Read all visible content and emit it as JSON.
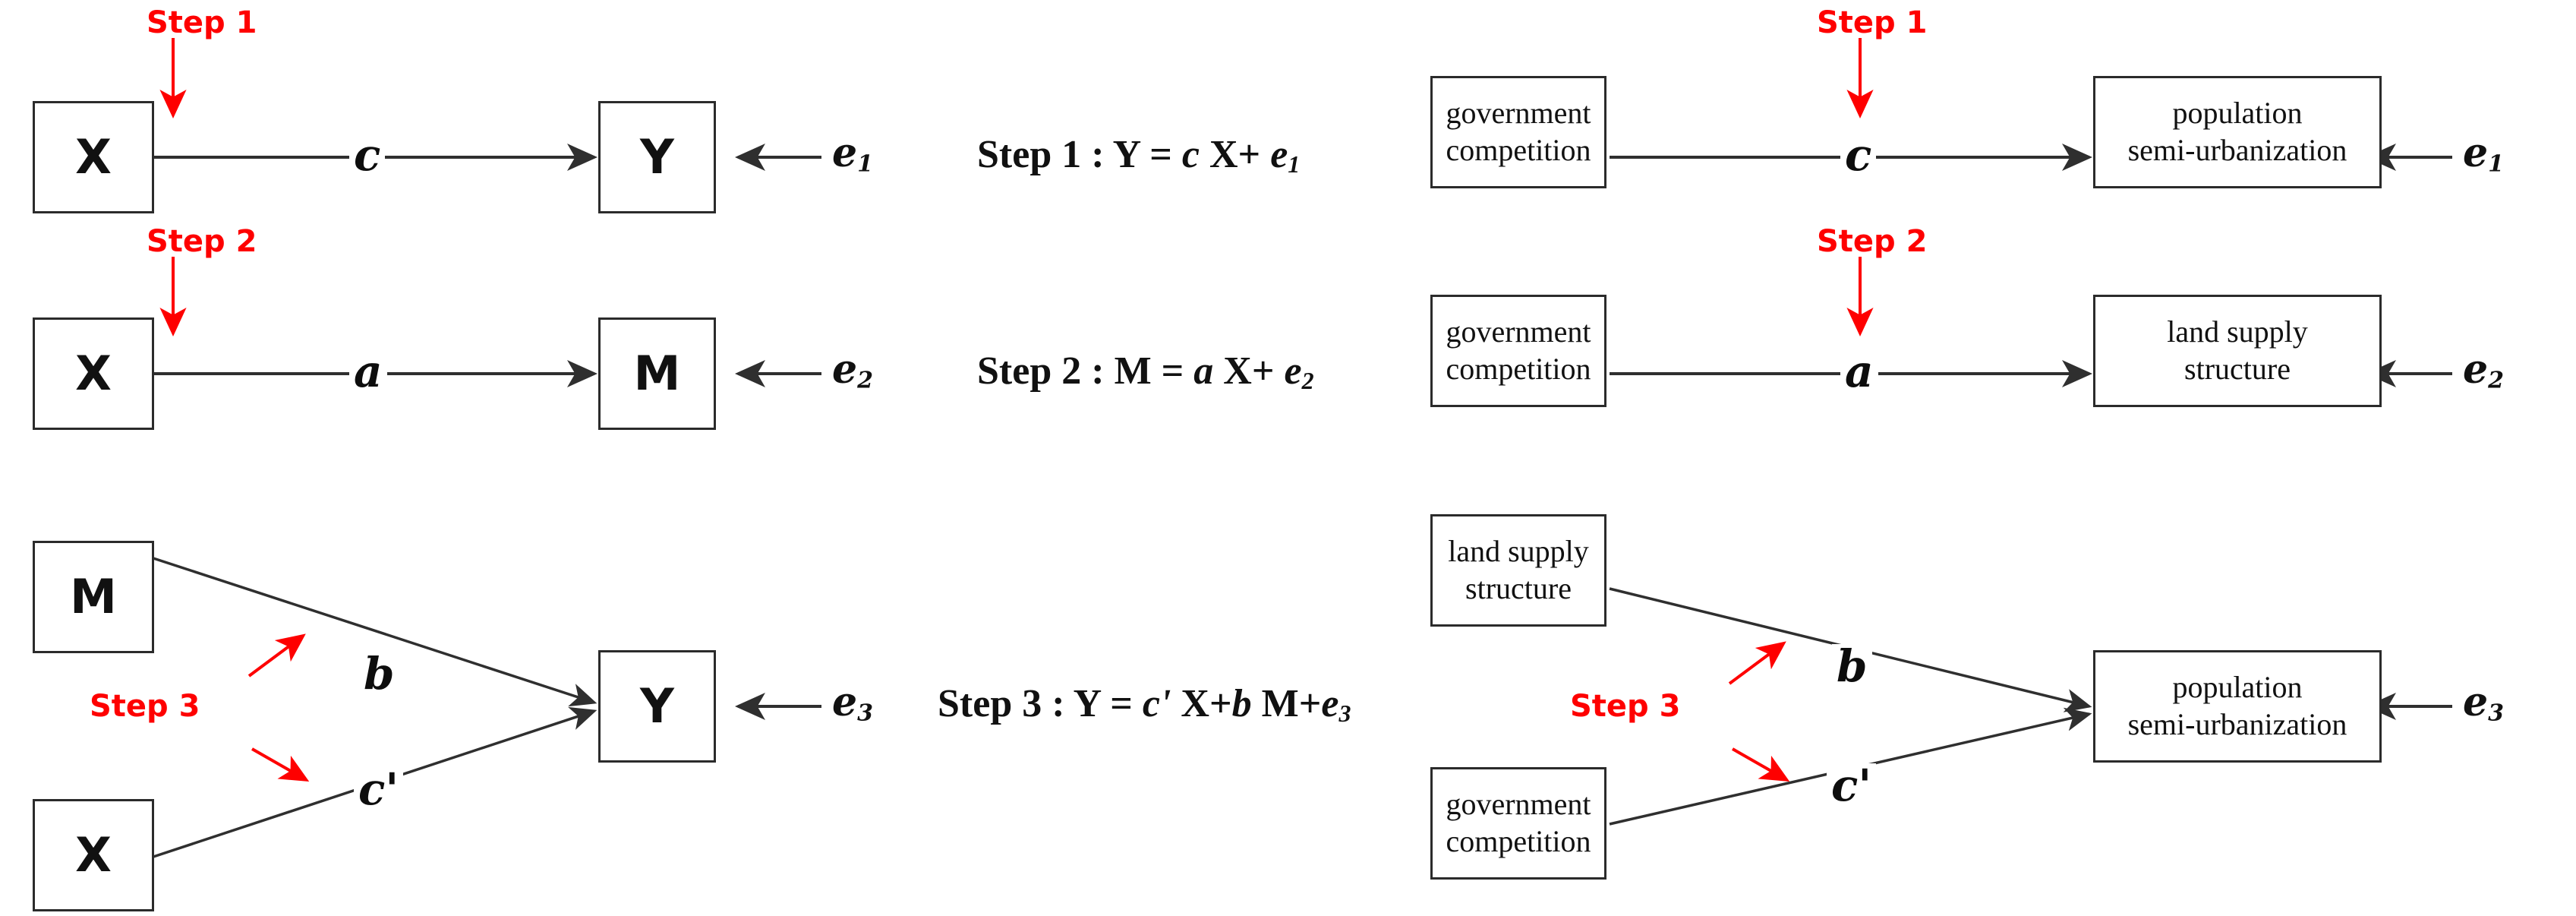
{
  "diagram": {
    "title": "Mediation analysis three-step model (generic and applied)",
    "colors": {
      "accent_red": "#fe0000",
      "box_stroke": "#2b2b2b",
      "line": "#333333",
      "background": "#ffffff"
    }
  },
  "left_panel": {
    "name": "generic-mediation-model",
    "rows": [
      {
        "step_label": "Step 1",
        "source_box": "X",
        "target_box": "Y",
        "path_coefficient": "c",
        "error_term": "e",
        "error_subscript": "1"
      },
      {
        "step_label": "Step 2",
        "source_box": "X",
        "target_box": "M",
        "path_coefficient": "a",
        "error_term": "e",
        "error_subscript": "2"
      },
      {
        "step_label": "Step 3",
        "upper_source_box": "M",
        "lower_source_box": "X",
        "target_box": "Y",
        "upper_path_coefficient": "b",
        "lower_path_coefficient": "c'",
        "error_term": "e",
        "error_subscript": "3"
      }
    ]
  },
  "equations": [
    {
      "name": "equation-step-1",
      "prefix": "Step 1 : ",
      "lhs": "Y",
      "eq": " = ",
      "coef": "c",
      "var": " X",
      "plus": "+ ",
      "err": "e",
      "err_sub": "1",
      "full_text": "Step 1 : Y = c X+ e1"
    },
    {
      "name": "equation-step-2",
      "prefix": "Step 2 : ",
      "lhs": "M",
      "eq": " = ",
      "coef": "a",
      "var": " X",
      "plus": "+ ",
      "err": "e",
      "err_sub": "2",
      "full_text": "Step 2 : M = a X+ e2"
    },
    {
      "name": "equation-step-3",
      "prefix": "Step 3 : ",
      "lhs": "Y",
      "eq": " = ",
      "coef": "c'",
      "var": " X",
      "plus": "+",
      "coef2": "b",
      "var2": " M",
      "plus2": "+",
      "err": "e",
      "err_sub": "3",
      "full_text": "Step 3 : Y = c' X+b M+e3"
    }
  ],
  "right_panel": {
    "name": "applied-mediation-model",
    "rows": [
      {
        "step_label": "Step 1",
        "source_box_line1": "government",
        "source_box_line2": "competition",
        "target_box_line1": "population",
        "target_box_line2": "semi-urbanization",
        "path_coefficient": "c",
        "error_term": "e",
        "error_subscript": "1"
      },
      {
        "step_label": "Step 2",
        "source_box_line1": "government",
        "source_box_line2": "competition",
        "target_box_line1": "land supply",
        "target_box_line2": "structure",
        "path_coefficient": "a",
        "error_term": "e",
        "error_subscript": "2"
      },
      {
        "step_label": "Step 3",
        "upper_source_line1": "land supply",
        "upper_source_line2": "structure",
        "lower_source_line1": "government",
        "lower_source_line2": "competition",
        "target_box_line1": "population",
        "target_box_line2": "semi-urbanization",
        "upper_path_coefficient": "b",
        "lower_path_coefficient": "c'",
        "error_term": "e",
        "error_subscript": "3"
      }
    ]
  }
}
